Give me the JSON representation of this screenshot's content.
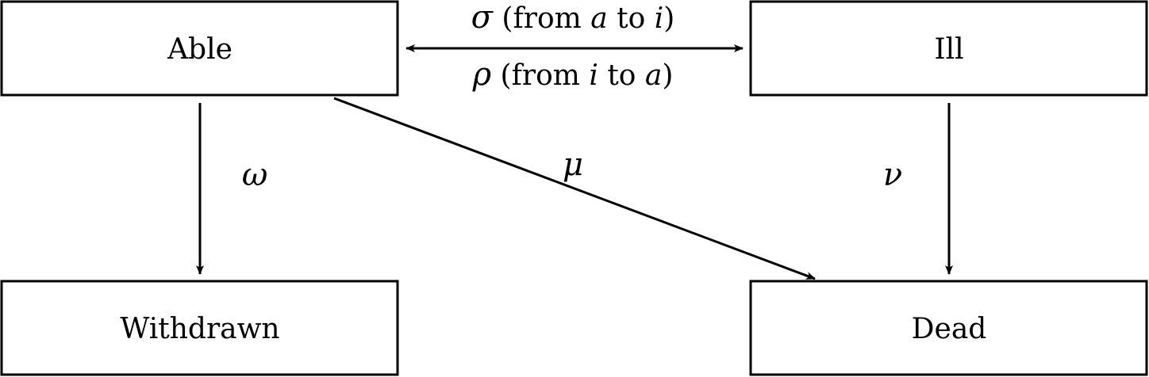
{
  "states": {
    "able": "Able",
    "ill": "Ill",
    "withdrawn": "Withdrawn",
    "dead": "Dead"
  },
  "transitions": {
    "able_to_ill": {
      "symbol": "σ",
      "text_open": " (from ",
      "from": "a",
      "text_mid": " to ",
      "to": "i",
      "text_close": ")"
    },
    "ill_to_able": {
      "symbol": "ρ",
      "text_open": " (from ",
      "from": "i",
      "text_mid": " to ",
      "to": "a",
      "text_close": ")"
    },
    "able_to_withdrawn": {
      "symbol": "ω"
    },
    "able_to_dead": {
      "symbol": "μ"
    },
    "ill_to_dead": {
      "symbol": "ν"
    }
  }
}
